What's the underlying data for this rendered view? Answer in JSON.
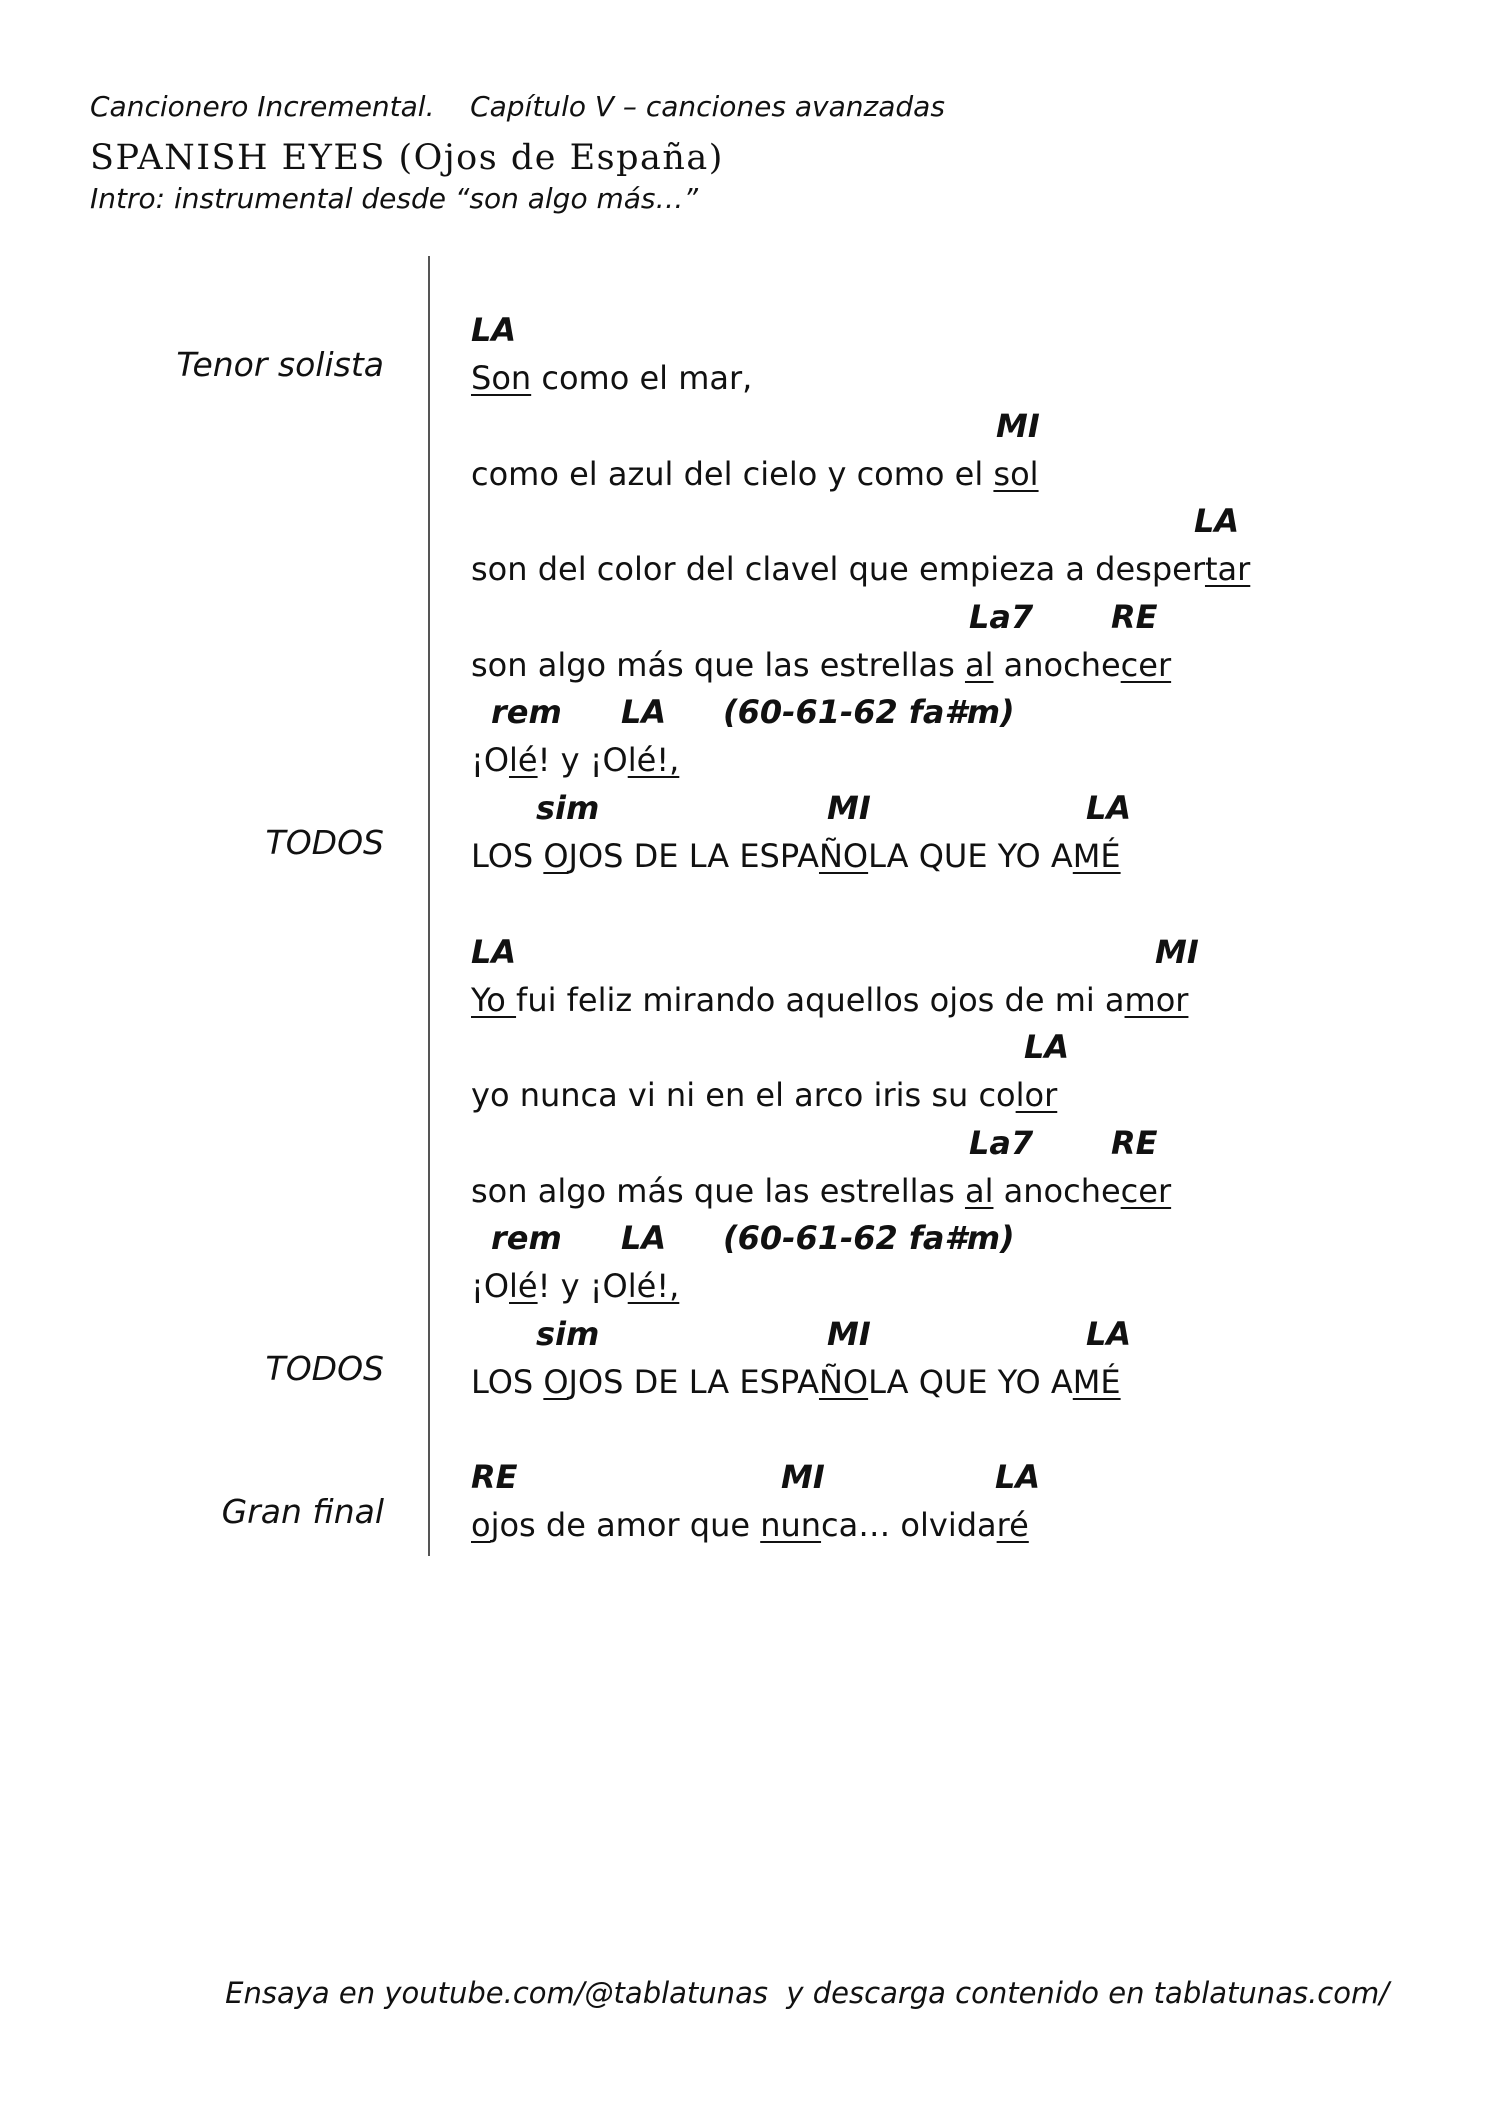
{
  "header": {
    "book_line": "Cancionero Incremental.    Capítulo V – canciones avanzadas",
    "title": "SPANISH EYES (Ojos de España)",
    "intro": "Intro: instrumental desde “son algo más…”"
  },
  "roles": {
    "tenor": "Tenor solista",
    "todos_1": "TODOS",
    "todos_2": "TODOS",
    "gran_final": "Gran final"
  },
  "verse1": {
    "chords_1": [
      "LA"
    ],
    "lyric_1": [
      {
        "t": "Son",
        "u": true
      },
      {
        "t": " como el mar,"
      }
    ],
    "chords_2": [
      "MI"
    ],
    "lyric_2": [
      {
        "t": "como el azul del cielo y como el "
      },
      {
        "t": "sol",
        "u": true
      }
    ],
    "chords_3": [
      "LA"
    ],
    "lyric_3": [
      {
        "t": "son del color del clavel que empieza a desper"
      },
      {
        "t": "tar",
        "u": true
      }
    ],
    "chords_4": [
      "La7",
      "RE"
    ],
    "lyric_4": [
      {
        "t": "son algo más que las estrellas "
      },
      {
        "t": "al",
        "u": true
      },
      {
        "t": " anoche"
      },
      {
        "t": "cer",
        "u": true
      }
    ],
    "chords_5": [
      "rem",
      "LA",
      "(60-61-62 fa#m)"
    ],
    "lyric_5": [
      {
        "t": "¡O"
      },
      {
        "t": "lé",
        "u": true
      },
      {
        "t": "! y ¡O"
      },
      {
        "t": "lé!,",
        "u": true
      }
    ],
    "chords_6": [
      "sim",
      "MI",
      "LA"
    ],
    "lyric_6": [
      {
        "t": "LOS "
      },
      {
        "t": "O",
        "u": true
      },
      {
        "t": "JOS DE LA ESPA"
      },
      {
        "t": "ÑO",
        "u": true
      },
      {
        "t": "LA QUE YO A"
      },
      {
        "t": "MÉ",
        "u": true
      }
    ]
  },
  "verse2": {
    "chords_1": [
      "LA",
      "MI"
    ],
    "lyric_1": [
      {
        "t": "Yo ",
        "u": true
      },
      {
        "t": "fui feliz mirando aquellos ojos de mi a"
      },
      {
        "t": "mor",
        "u": true
      }
    ],
    "chords_2": [
      "LA"
    ],
    "lyric_2": [
      {
        "t": "yo nunca vi ni en el arco iris su co"
      },
      {
        "t": "lor",
        "u": true
      }
    ],
    "chords_3": [
      "La7",
      "RE"
    ],
    "lyric_3": [
      {
        "t": "son algo más que las estrellas "
      },
      {
        "t": "al",
        "u": true
      },
      {
        "t": " anoche"
      },
      {
        "t": "cer",
        "u": true
      }
    ],
    "chords_4": [
      "rem",
      "LA",
      "(60-61-62 fa#m)"
    ],
    "lyric_4": [
      {
        "t": "¡O"
      },
      {
        "t": "lé",
        "u": true
      },
      {
        "t": "! y ¡O"
      },
      {
        "t": "lé!,",
        "u": true
      }
    ],
    "chords_5": [
      "sim",
      "MI",
      "LA"
    ],
    "lyric_5": [
      {
        "t": "LOS "
      },
      {
        "t": "O",
        "u": true
      },
      {
        "t": "JOS DE LA ESPA"
      },
      {
        "t": "ÑO",
        "u": true
      },
      {
        "t": "LA QUE YO A"
      },
      {
        "t": "MÉ",
        "u": true
      }
    ]
  },
  "final": {
    "chords_1": [
      "RE",
      "MI",
      "LA"
    ],
    "lyric_1": [
      {
        "t": "o",
        "u": true
      },
      {
        "t": "jos de amor que "
      },
      {
        "t": "nun",
        "u": true
      },
      {
        "t": "ca… olvida"
      },
      {
        "t": "ré",
        "u": true
      }
    ]
  },
  "footer": {
    "text": "Ensaya en youtube.com/@tablatunas  y descarga contenido en tablatunas.com/"
  }
}
